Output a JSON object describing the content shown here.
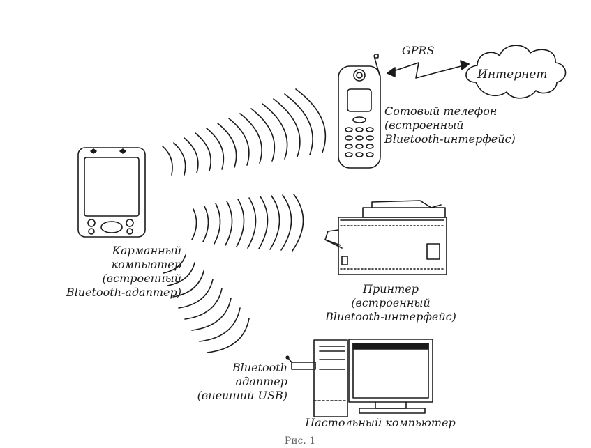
{
  "labels": {
    "gprs": "GPRS",
    "internet": "Интернет",
    "phone": [
      "Сотовый телефон",
      "(встроенный",
      "Bluetooth-интерфейс)"
    ],
    "pda": [
      "Карманный",
      "компьютер",
      "(встроенный",
      "Bluetooth-адаптер)"
    ],
    "printer": [
      "Принтер",
      "(встроенный",
      "Bluetooth-интерфейс)"
    ],
    "usb_adapter": [
      "Bluetooth",
      "адаптер",
      "(внешний USB)"
    ],
    "desktop": "Настольный компьютер",
    "caption": "Рис. 1"
  }
}
